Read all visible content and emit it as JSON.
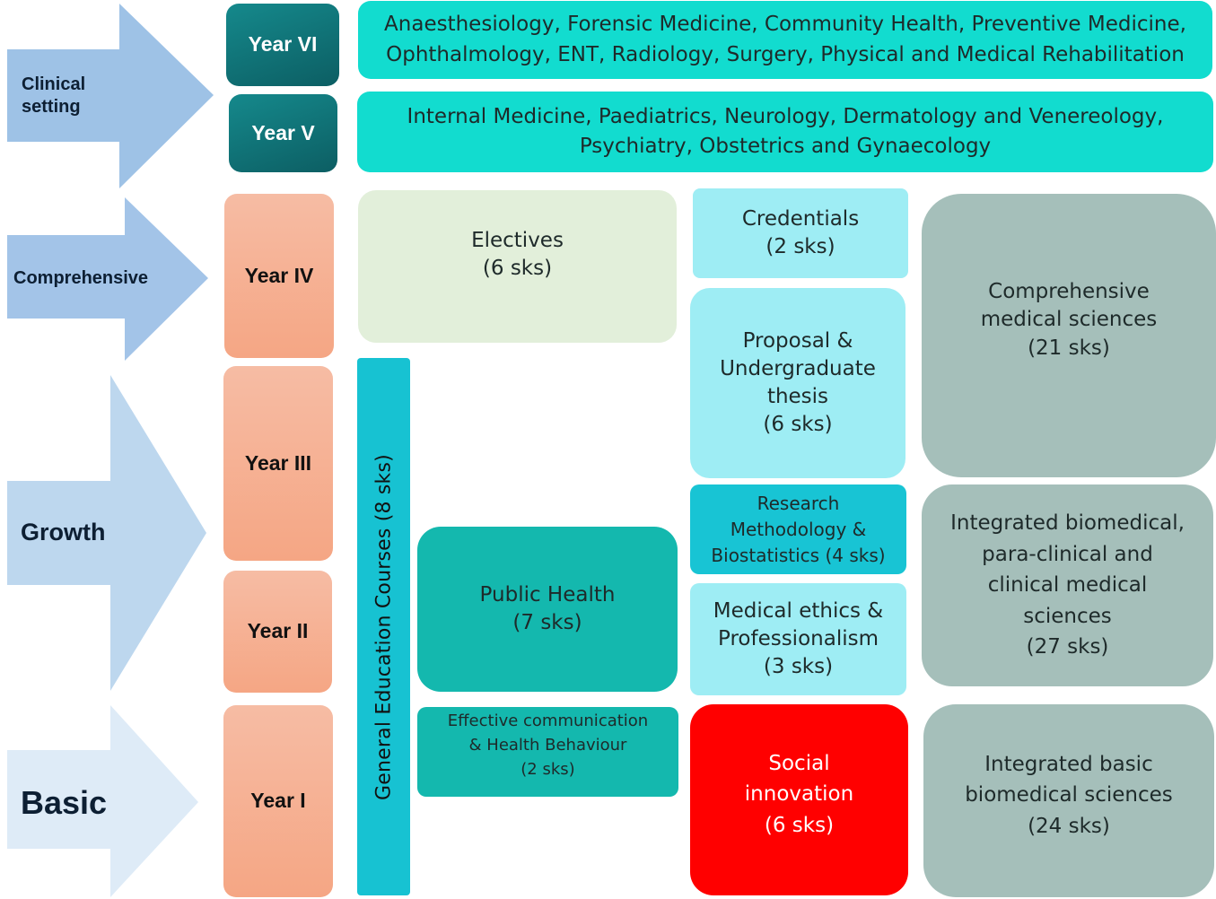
{
  "stages": {
    "clinical": "Clinical\nsetting",
    "comprehensive": "Comprehensive",
    "growth": "Growth",
    "basic": "Basic"
  },
  "years": {
    "y6": "Year VI",
    "y5": "Year V",
    "y4": "Year IV",
    "y3": "Year III",
    "y2": "Year II",
    "y1": "Year I"
  },
  "clinical_rotations": {
    "year6": "Anaesthesiology, Forensic Medicine, Community Health, Preventive Medicine,\nOphthalmology, ENT, Radiology, Surgery, Physical and Medical Rehabilitation",
    "year5": "Internal Medicine, Paediatrics, Neurology, Dermatology and Venereology,\nPsychiatry, Obstetrics and Gynaecology"
  },
  "courses": {
    "general_education": "General Education Courses  (8 sks)",
    "electives": "Electives\n(6 sks)",
    "credentials": "Credentials\n(2 sks)",
    "thesis": "Proposal &\nUndergraduate\nthesis\n(6 sks)",
    "comprehensive_sciences": "Comprehensive\nmedical sciences\n(21 sks)",
    "research_methodology": "Research\nMethodology &\nBiostatistics (4 sks)",
    "integrated_clinical": "Integrated biomedical,\npara-clinical and\nclinical medical\nsciences\n(27 sks)",
    "public_health": "Public Health\n(7 sks)",
    "ethics": "Medical ethics &\nProfessionalism\n(3 sks)",
    "communication": "Effective communication\n& Health Behaviour\n(2 sks)",
    "social_innovation": "Social\ninnovation\n(6 sks)",
    "integrated_basic": "Integrated basic\nbiomedical sciences\n(24 sks)"
  },
  "colors": {
    "arrow_clinical": "#9ec2e6",
    "arrow_comprehensive": "#a3c4e8",
    "arrow_growth": "#bdd7ee",
    "arrow_basic": "#deebf7",
    "year_dark": "#0f7377",
    "year_salmon": "#f5ad8e",
    "clinical_box": "#12dccf",
    "general_education": "#17c2d2",
    "electives": "#e2efda",
    "light_cyan": "#9eedf4",
    "teal": "#14b8ae",
    "research": "#18c4d4",
    "grey": "#a5bfba",
    "social_innovation": "#ff0000"
  }
}
